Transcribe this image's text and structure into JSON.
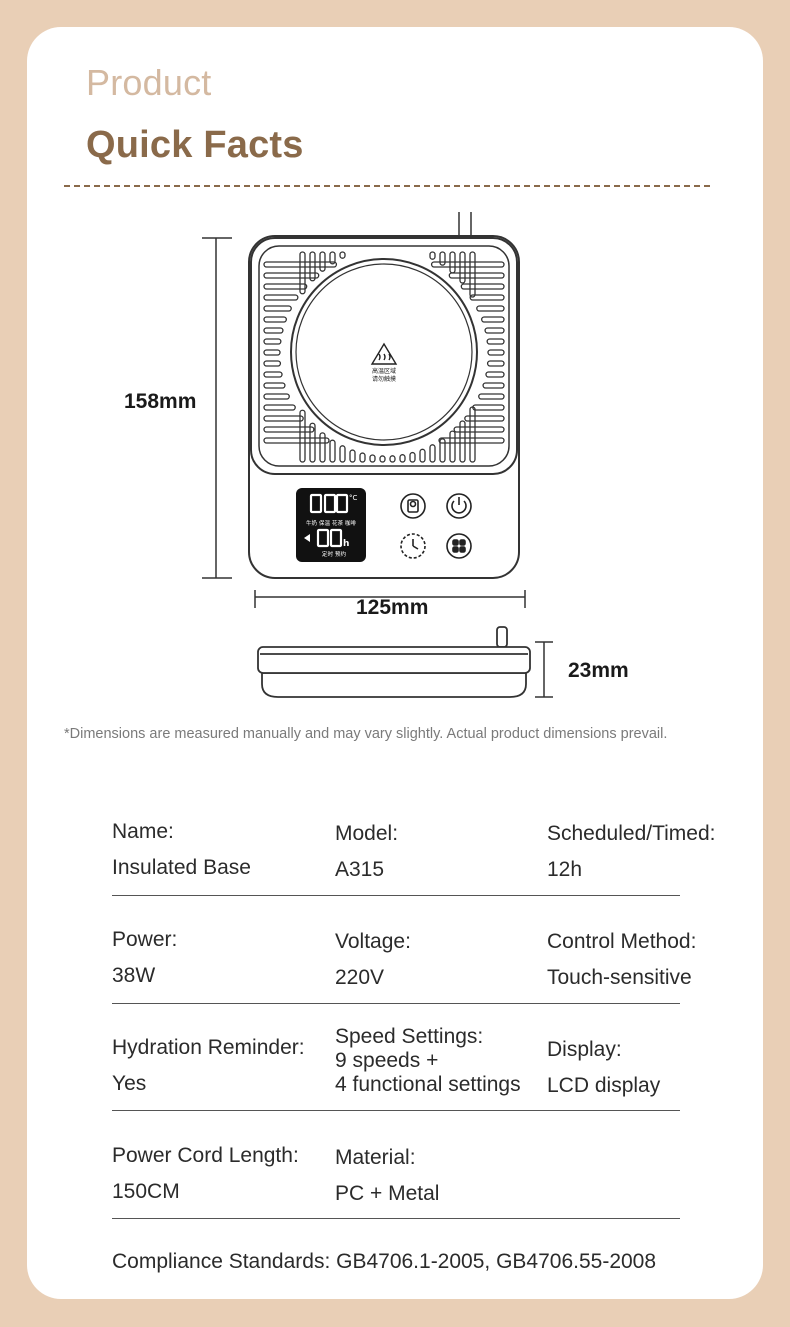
{
  "header": {
    "subtitle": "Product",
    "title": "Quick Facts"
  },
  "dimensions": {
    "height": "158mm",
    "width": "125mm",
    "depth": "23mm"
  },
  "device": {
    "warning_text_1": "高温区域",
    "warning_text_2": "请勿触摸",
    "display_labels": "牛奶 保温 花茶 咖啡",
    "display_labels_2": "定时 预约",
    "unit_celsius": "°C",
    "unit_hour": "h"
  },
  "note": "*Dimensions are measured manually and may vary slightly. Actual product dimensions prevail.",
  "specs": [
    [
      {
        "label": "Name:",
        "value": "Insulated Base"
      },
      {
        "label": "Model:",
        "value": "A315"
      },
      {
        "label": "Scheduled/Timed:",
        "value": "12h"
      }
    ],
    [
      {
        "label": "Power:",
        "value": "38W"
      },
      {
        "label": "Voltage:",
        "value": "220V"
      },
      {
        "label": "Control Method:",
        "value": "Touch-sensitive"
      }
    ],
    [
      {
        "label": "Hydration Reminder:",
        "value": "Yes"
      },
      {
        "label": "Speed Settings:",
        "value": "9 speeds +",
        "value2": "4 functional settings"
      },
      {
        "label": "Display:",
        "value": "LCD display"
      }
    ],
    [
      {
        "label": "Power Cord Length:",
        "value": "150CM"
      },
      {
        "label": "Material:",
        "value": "PC + Metal"
      }
    ]
  ],
  "compliance": "Compliance Standards: GB4706.1-2005, GB4706.55-2008"
}
